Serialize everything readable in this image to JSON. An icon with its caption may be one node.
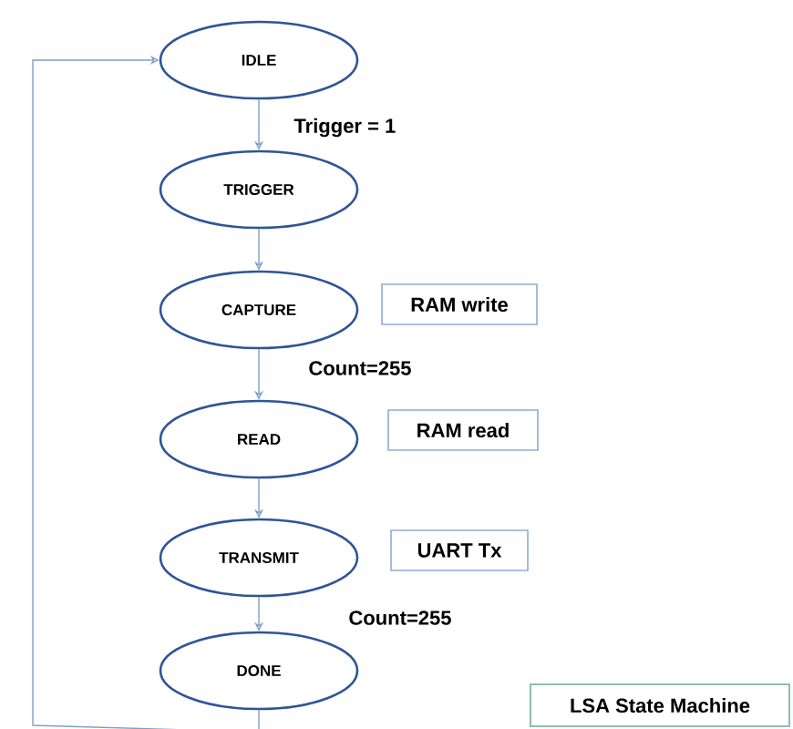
{
  "diagram": {
    "nodes": [
      {
        "text": [
          "IDLE"
        ]
      },
      {
        "text": [
          "TRIGGER"
        ]
      },
      {
        "text": [
          "CAPTURE"
        ]
      },
      {
        "text": [
          "READ"
        ]
      },
      {
        "text": [
          "TRANSMIT"
        ]
      },
      {
        "text": [
          "DONE"
        ]
      },
      {
        "text": [
          "RAM write"
        ]
      },
      {
        "text": [
          "RAM read"
        ]
      },
      {
        "text": [
          "UART Tx"
        ]
      },
      {
        "text": [
          "LSA State Machine"
        ]
      }
    ],
    "edges": [
      {
        "from": 0,
        "to": 1,
        "arrow": "to",
        "label": "Trigger = 1"
      },
      {
        "from": 1,
        "to": 2,
        "arrow": "to"
      },
      {
        "from": 2,
        "to": 3,
        "arrow": "to",
        "label": "Count=255"
      },
      {
        "from": 3,
        "to": 4,
        "arrow": "to"
      },
      {
        "from": 4,
        "to": 5,
        "arrow": "to",
        "label": "Count=255"
      },
      {
        "from": 5,
        "to": 0,
        "arrow": "to"
      }
    ]
  }
}
